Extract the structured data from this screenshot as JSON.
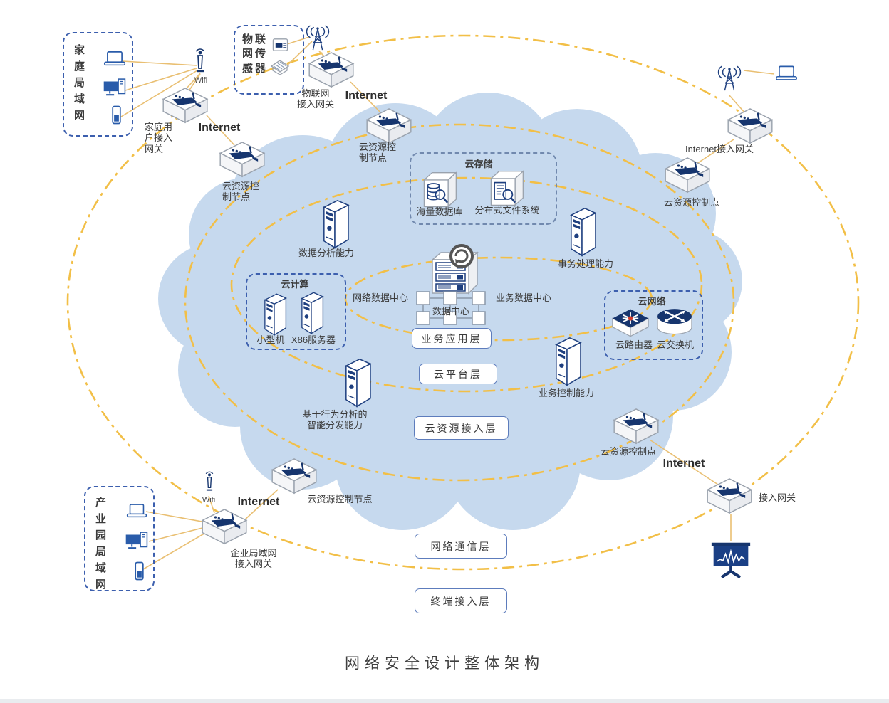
{
  "title": "网络安全设计整体架构",
  "internet": "Internet",
  "wifi": "Wifi",
  "layers": {
    "app": "业务应用层",
    "platform": "云平台层",
    "resource_access": "云资源接入层",
    "network_comm": "网络通信层",
    "terminal_access": "终端接入层"
  },
  "lans": {
    "home": "家庭局域网",
    "iot": "物联\n网传\n感器",
    "industrial": "产业园局域网"
  },
  "gateways": {
    "home": "家庭用\n户接入\n网关",
    "iot": "物联网\n接入网关",
    "internet_tr": "Internet接入网关",
    "enterprise": "企业局域网\n接入网关",
    "access_br": "接入网关"
  },
  "control_nodes": {
    "left": "云资源控\n制节点",
    "top": "云资源控\n制节点",
    "right": "云资源控制点",
    "bottom_right": "云资源控制点",
    "bottom": "云资源控制节点"
  },
  "capabilities": {
    "data_analysis": "数据分析能力",
    "transaction": "事务处理能力",
    "biz_control": "业务控制能力",
    "behavior": "基于行为分析的\n智能分发能力"
  },
  "cloud_storage": {
    "title": "云存储",
    "db": "海量数据库",
    "fs": "分布式文件系统"
  },
  "cloud_computing": {
    "title": "云计算",
    "mini": "小型机",
    "x86": "X86服务器"
  },
  "cloud_network": {
    "title": "云网络",
    "router": "云路由器",
    "switch": "云交换机"
  },
  "datacenter": {
    "network": "网络数据中心",
    "center": "数据中心",
    "business": "业务数据中心"
  },
  "colors": {
    "cloud": "#c6d9ee",
    "dash_gold": "#f2bf47",
    "navy": "#16356e",
    "line_gold": "#e9bf72"
  }
}
